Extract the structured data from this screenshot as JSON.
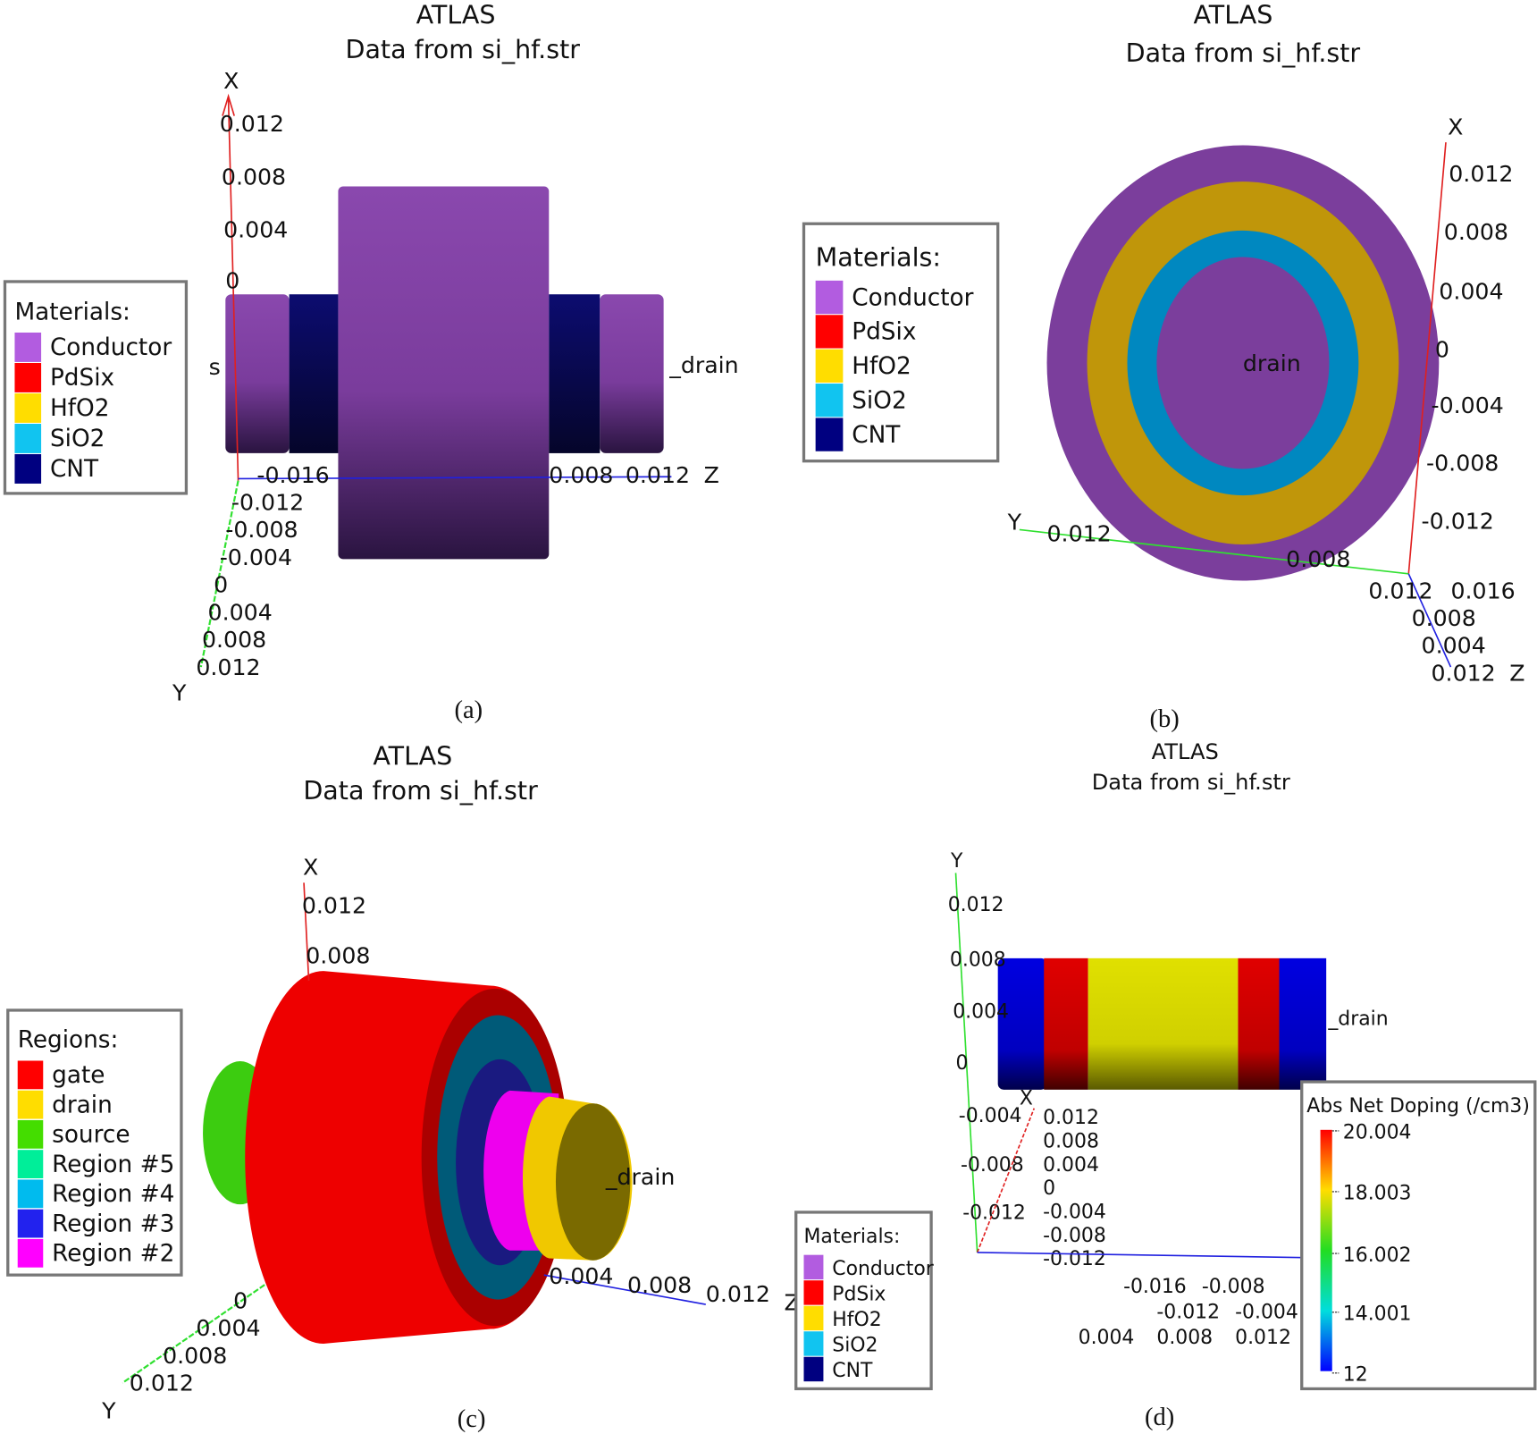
{
  "panels": {
    "a": {
      "title": "ATLAS",
      "subtitle": "Data from si_hf.str",
      "caption": "(a)",
      "legend_title": "Materials:",
      "legend": [
        {
          "label": "Conductor",
          "color": "#b25ce0"
        },
        {
          "label": "PdSix",
          "color": "#ff0000"
        },
        {
          "label": "HfO2",
          "color": "#ffdd00"
        },
        {
          "label": "SiO2",
          "color": "#11c4f0"
        },
        {
          "label": "CNT",
          "color": "#000080"
        }
      ],
      "x_axis": {
        "label": "X",
        "ticks": [
          "0.012",
          "0.008",
          "0.004",
          "0"
        ]
      },
      "y_axis": {
        "label": "Y",
        "ticks": [
          "-0.012",
          "-0.008",
          "-0.004",
          "0",
          "0.004",
          "0.008",
          "0.012"
        ]
      },
      "z_axis": {
        "label": "Z",
        "ticks": [
          "-0.016",
          "0.008",
          "0.012"
        ]
      },
      "labels": {
        "source": "s",
        "drain": "_drain"
      }
    },
    "b": {
      "title": "ATLAS",
      "subtitle": "Data from si_hf.str",
      "caption": "(b)",
      "legend_title": "Materials:",
      "legend": [
        {
          "label": "Conductor",
          "color": "#b25ce0"
        },
        {
          "label": "PdSix",
          "color": "#ff0000"
        },
        {
          "label": "HfO2",
          "color": "#ffdd00"
        },
        {
          "label": "SiO2",
          "color": "#11c4f0"
        },
        {
          "label": "CNT",
          "color": "#000080"
        }
      ],
      "x_axis": {
        "label": "X",
        "ticks": [
          "0.012",
          "0.008",
          "0.004",
          "0",
          "-0.004",
          "-0.008",
          "-0.012"
        ]
      },
      "y_axis": {
        "label": "Y",
        "ticks": [
          "0.012",
          "0.008"
        ]
      },
      "z_axis": {
        "label": "Z",
        "ticks": [
          "0.016",
          "0.012",
          "0.008",
          "0.004",
          "0.012"
        ]
      },
      "labels": {
        "drain": "drain"
      }
    },
    "c": {
      "title": "ATLAS",
      "subtitle": "Data from si_hf.str",
      "caption": "(c)",
      "legend_title": "Regions:",
      "legend": [
        {
          "label": "gate",
          "color": "#ff0000"
        },
        {
          "label": "drain",
          "color": "#ffdd00"
        },
        {
          "label": "source",
          "color": "#44dd00"
        },
        {
          "label": "Region #5",
          "color": "#00ee99"
        },
        {
          "label": "Region #4",
          "color": "#00bbee"
        },
        {
          "label": "Region #3",
          "color": "#2222ee"
        },
        {
          "label": "Region #2",
          "color": "#ff00ff"
        }
      ],
      "x_axis": {
        "label": "X",
        "ticks": [
          "0.012",
          "0.008"
        ]
      },
      "y_axis": {
        "label": "Y",
        "ticks": [
          "0",
          "0.004",
          "0.008",
          "0.012"
        ]
      },
      "z_axis": {
        "label": "Z",
        "ticks": [
          "0.004",
          "0.008",
          "0.012"
        ]
      },
      "labels": {
        "drain": "_drain"
      }
    },
    "d": {
      "title": "ATLAS",
      "subtitle": "Data from si_hf.str",
      "caption": "(d)",
      "legend_title": "Materials:",
      "legend": [
        {
          "label": "Conductor",
          "color": "#b25ce0"
        },
        {
          "label": "PdSix",
          "color": "#ff0000"
        },
        {
          "label": "HfO2",
          "color": "#ffdd00"
        },
        {
          "label": "SiO2",
          "color": "#11c4f0"
        },
        {
          "label": "CNT",
          "color": "#000080"
        }
      ],
      "x_axis": {
        "label": "X",
        "ticks": [
          "0.012",
          "0.008",
          "0.004",
          "0",
          "-0.004",
          "-0.008",
          "-0.012"
        ]
      },
      "y_axis": {
        "label": "Y",
        "ticks": [
          "0.012",
          "0.008",
          "0.004",
          "0",
          "-0.004",
          "-0.008",
          "-0.012"
        ]
      },
      "z_axis": {
        "label": "Z",
        "ticks": [
          "-0.016",
          "-0.012",
          "-0.008",
          "-0.004",
          "0.004",
          "0.008",
          "0.012"
        ]
      },
      "labels": {
        "drain": "_drain"
      },
      "colorbar": {
        "title": "Abs Net Doping (/cm3)",
        "ticks": [
          "20.004",
          "18.003",
          "16.002",
          "14.001",
          "12"
        ],
        "colors": [
          "#ff0000",
          "#ffdd00",
          "#22dd22",
          "#00dddd",
          "#0000ff"
        ]
      }
    }
  }
}
